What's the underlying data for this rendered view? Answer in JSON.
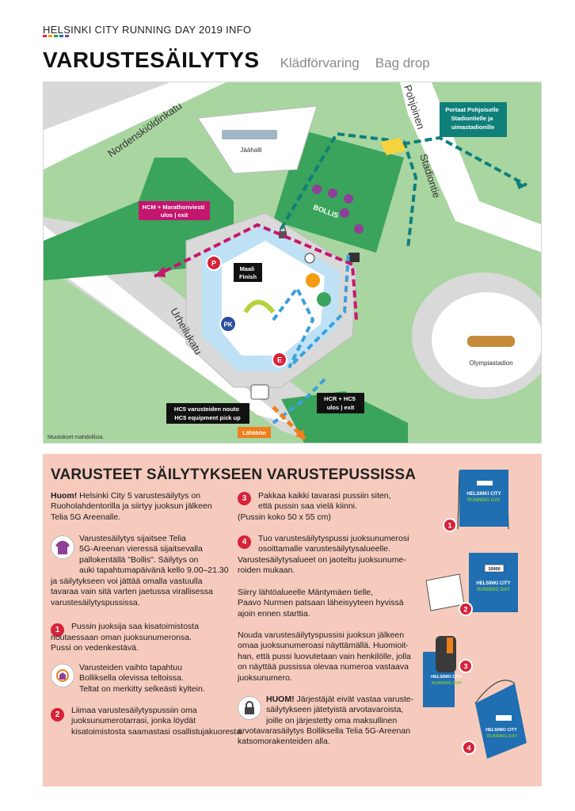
{
  "header": {
    "event": "HELSINKI CITY RUNNING DAY 2019 INFO",
    "title": "VARUSTESÄILYTYS",
    "title_sv": "Klädförvaring",
    "title_en": "Bag drop",
    "stripe_colors": [
      "#e3242b",
      "#f39c12",
      "#2a9d44",
      "#1a6fb5",
      "#7b3fa0"
    ]
  },
  "map": {
    "streets": {
      "nordenskiold": "Nordenskiöldinkatu",
      "urheilukatu": "Urheilukatu",
      "pohjoinen": "Pohjoinen",
      "stadiontie": "Stadiontie"
    },
    "places": {
      "jaahalli": "Jäähalli",
      "olympiastadion": "Olympiastadion",
      "bollis": "BOLLIS"
    },
    "labels": {
      "portaat": [
        "Portaat Pohjoiselle",
        "Stadiontielle ja",
        "uimastadionille"
      ],
      "hcm_exit": [
        "HCM + Marathonviesti",
        "ulos | exit"
      ],
      "maali": [
        "Maali",
        "Finish"
      ],
      "hcs_pickup": [
        "HC5 varusteiden nouto",
        "HC5 equipment pick up"
      ],
      "hcr_exit": [
        "HCR + HC5",
        "ulos | exit"
      ],
      "lahtoon": "Lähtöön",
      "muutokset": "Muutokset mahdollisia.",
      "p": "P",
      "pk": "PK",
      "e": "E"
    }
  },
  "info": {
    "title": "VARUSTEET SÄILYTYKSEEN VARUSTEPUSSISSA",
    "intro_bold": "Huom!",
    "intro_rest": [
      " Helsinki City 5 varustesäilytys on",
      "Ruoholahdentorilla ja siirtyy juoksun jälkeen",
      "Telia 5G Areenalle."
    ],
    "shirt_text": [
      "Varustesäilytys sijaitsee Telia",
      "5G-Areenan vieressä sijaitsevalla",
      "pallokentällä \"Bollis\". Säilytys on",
      "auki tapahtumapäivänä kello 9.00–21.30",
      "ja säilytykseen voi jättää omalla vastuulla",
      "tavaraa vain sitä varten jaetussa virallisessa",
      "varustesäilytyspussissa."
    ],
    "step1": [
      "Pussin juoksija saa kisatoimistosta",
      "noutaessaan oman juoksunumeronsa.",
      "Pussi on vedenkestävä."
    ],
    "change_text": [
      "Varusteiden vaihto tapahtuu",
      "Bolliksella olevissa teltoissa.",
      "Teltat on merkitty selkeästi kyltein."
    ],
    "step2": [
      "Liimaa varustesäilytyspussiin oma",
      "juoksunumerotarrasi, jonka löydät",
      "kisatoimistosta saamastasi osallistujakuoresta."
    ],
    "step3": [
      "Pakkaa kaikki tavarasi pussiin siten,",
      "että pussin saa vielä kiinni.",
      "(Pussin koko 50 x 55 cm)"
    ],
    "step4": [
      "Tuo varustesäilytyspussi juoksunumerosi",
      "osoittamalle varustesäilytysalueelle.",
      "Varustesäilytysalueet on jaoteltu juoksunume-",
      "roiden mukaan."
    ],
    "para_a": [
      "Siirry lähtöalueelle Mäntymäen tielle,",
      "Paavo Nurmen patsaan läheisyyteen hyvissä",
      "ajoin ennen starttia."
    ],
    "para_b": [
      "Nouda varustesäilytyspussisi juoksun jälkeen",
      "omaa juoksunumeroasi näyttämällä. Huomioit-",
      "han, että pussi luovutetaan vain henkilölle, jolla",
      "on näyttää pussissa olevaa numeroa vastaava",
      "juoksunumero."
    ],
    "huom_bold": "HUOM!",
    "huom_rest": [
      " Järjestäjät eivät vastaa varuste-",
      "säilytykseen jätetyistä arvotavaroista,",
      "joille on järjestetty oma maksullinen",
      "arvotavarasäilytys Bolliksella Telia 5G-Areenan",
      "katsomorakenteiden alla."
    ],
    "nums": [
      "1",
      "2",
      "3",
      "4"
    ],
    "bag_text": [
      "HELSINKI CITY",
      "RUNNING DAY"
    ],
    "bag_number": "10000"
  },
  "colors": {
    "green_dark": "#3aa35c",
    "green_light": "#a8d5a0",
    "teal": "#0f7f7a",
    "magenta": "#c4166e",
    "blue_dash": "#3aa0dc",
    "orange": "#f07f1a",
    "red_badge": "#d6223a",
    "bag_blue": "#1f6fb2",
    "bag_green": "#7ec242"
  }
}
